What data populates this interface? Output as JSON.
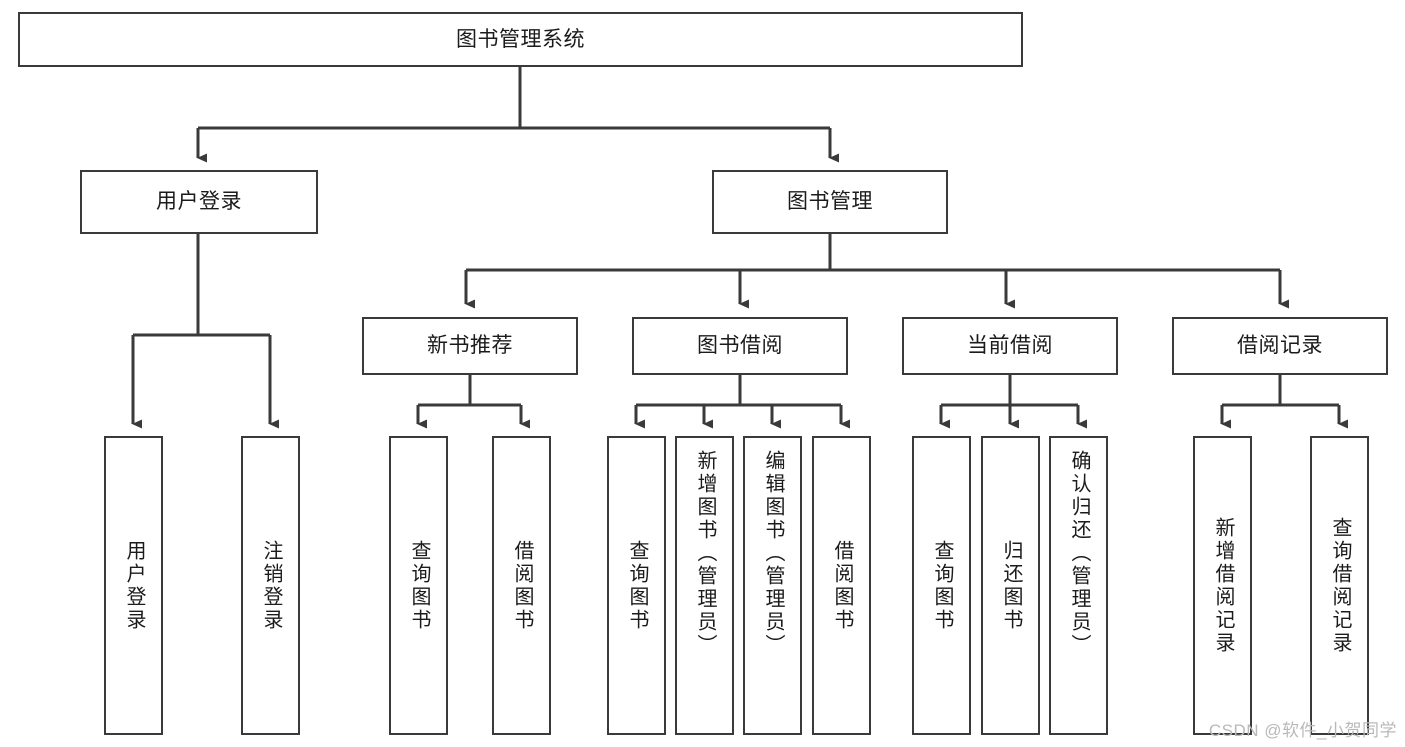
{
  "diagram": {
    "title": "图书管理系统",
    "type": "tree-hierarchy-chart",
    "colors": {
      "box_border": "#3a3a3a",
      "box_fill": "#ffffff",
      "connector": "#3a3a3a",
      "text": "#1b1b1b",
      "watermark": "#b9b9b9",
      "background": "#ffffff"
    },
    "root": {
      "label": "图书管理系统"
    },
    "level2": [
      {
        "id": "user-login",
        "label": "用户登录"
      },
      {
        "id": "book-manage",
        "label": "图书管理"
      }
    ],
    "level3": [
      {
        "id": "new-book-recommend",
        "label": "新书推荐"
      },
      {
        "id": "book-borrow",
        "label": "图书借阅"
      },
      {
        "id": "current-borrow",
        "label": "当前借阅"
      },
      {
        "id": "borrow-record",
        "label": "借阅记录"
      }
    ],
    "leaves": {
      "user_login": [
        {
          "id": "leaf-user-login",
          "label": "用户登录"
        },
        {
          "id": "leaf-logout",
          "label": "注销登录"
        }
      ],
      "new_book_recommend": [
        {
          "id": "leaf-query-book-1",
          "label": "查询图书"
        },
        {
          "id": "leaf-borrow-book-1",
          "label": "借阅图书"
        }
      ],
      "book_borrow": [
        {
          "id": "leaf-query-book-2",
          "label": "查询图书"
        },
        {
          "id": "leaf-add-book",
          "label": "新增图书（管理员）"
        },
        {
          "id": "leaf-edit-book",
          "label": "编辑图书（管理员）"
        },
        {
          "id": "leaf-borrow-book-2",
          "label": "借阅图书"
        }
      ],
      "current_borrow": [
        {
          "id": "leaf-query-book-3",
          "label": "查询图书"
        },
        {
          "id": "leaf-return-book",
          "label": "归还图书"
        },
        {
          "id": "leaf-confirm-return",
          "label": "确认归还（管理员）"
        }
      ],
      "borrow_record": [
        {
          "id": "leaf-add-record",
          "label": "新增借阅记录"
        },
        {
          "id": "leaf-query-record",
          "label": "查询借阅记录"
        }
      ]
    }
  },
  "watermark": {
    "text": "CSDN @软件_小贺同学"
  }
}
